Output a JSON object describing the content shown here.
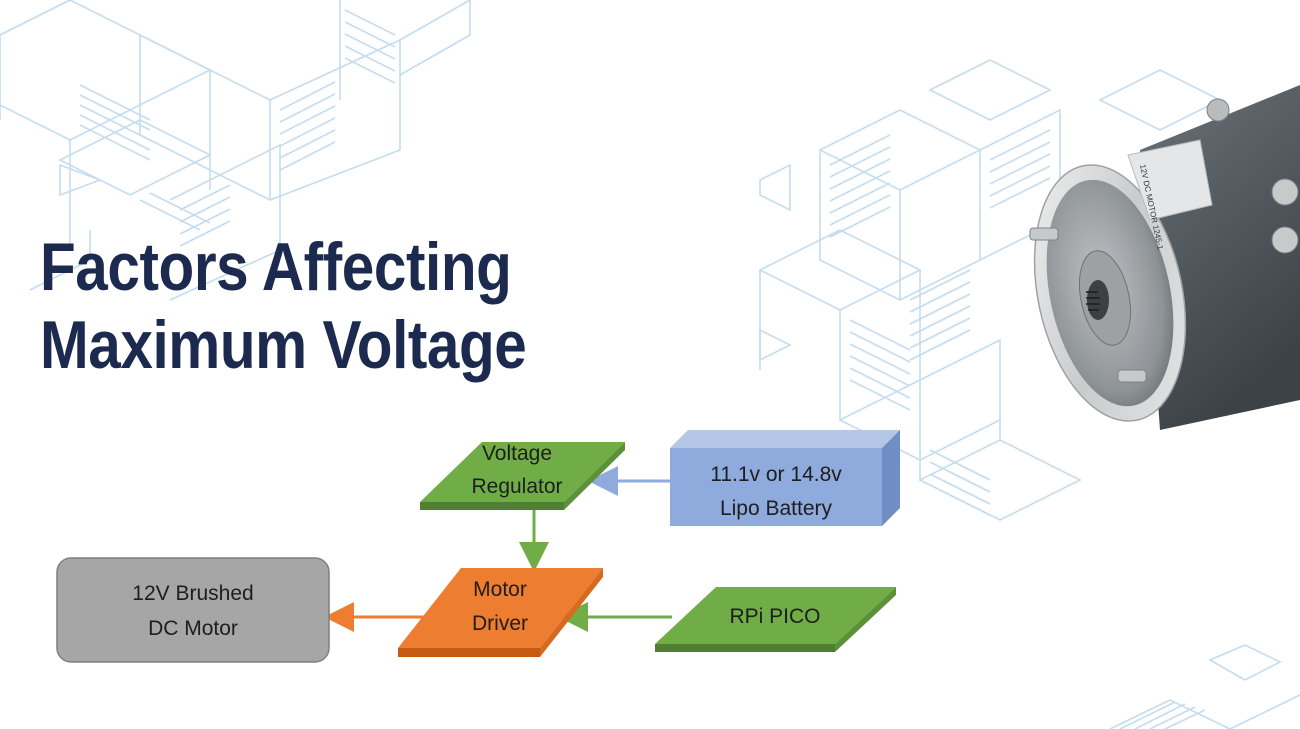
{
  "slide": {
    "title_line1": "Factors Affecting",
    "title_line2": "Maximum Voltage"
  },
  "diagram": {
    "voltage_regulator": {
      "line1": "Voltage",
      "line2": "Regulator",
      "color": "#70ad47"
    },
    "battery": {
      "line1": "11.1v or 14.8v",
      "line2": "Lipo Battery",
      "color": "#8faadc"
    },
    "motor_driver": {
      "line1": "Motor",
      "line2": "Driver",
      "color": "#ed7d31"
    },
    "rpi_pico": {
      "label": "RPi PICO",
      "color": "#70ad47"
    },
    "dc_motor": {
      "line1": "12V Brushed",
      "line2": "DC Motor",
      "color": "#a6a6a6"
    },
    "arrow_colors": {
      "battery_to_regulator": "#8faadc",
      "regulator_to_driver": "#70ad47",
      "pico_to_driver": "#70ad47",
      "driver_to_motor": "#ed7d31"
    }
  },
  "photo": {
    "motor_label_text": "12V DC MOTOR  1245-1"
  },
  "colors": {
    "title": "#1b2a4e",
    "pattern": "#bcd6ec"
  }
}
